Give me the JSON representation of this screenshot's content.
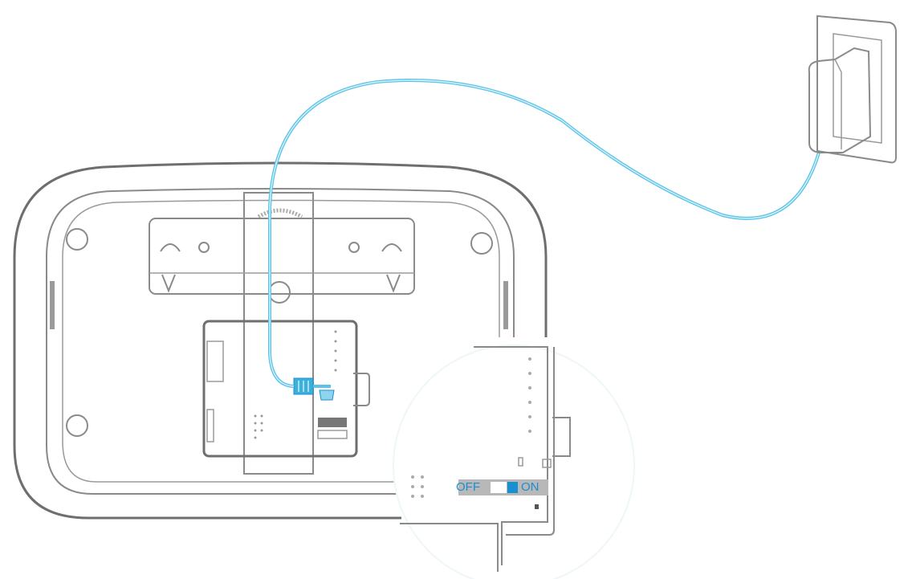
{
  "diagram": {
    "title": "Power adapter connection to device back panel",
    "components": {
      "device": "alarm hub back panel",
      "mount_bracket": "wall mounting bracket",
      "power_port": "DC power jack",
      "cable": "power cable",
      "adapter": "wall plug power adapter",
      "inset": "magnified power switch area"
    },
    "switch": {
      "off_label": "OFF",
      "on_label": "ON",
      "state": "ON"
    },
    "colors": {
      "cable": "#5bc3e6",
      "label": "#1a8fd0",
      "outline": "#8a8a8a",
      "switch_bar": "#b8b8b8",
      "switch_knob": "#1a8fd0"
    }
  }
}
